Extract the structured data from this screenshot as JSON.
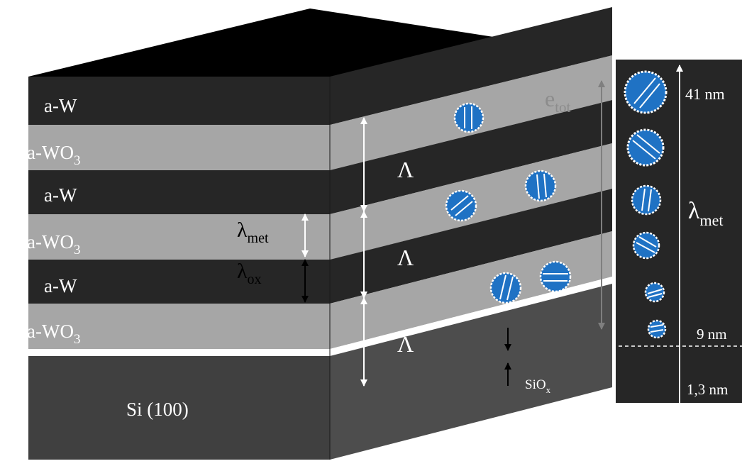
{
  "layers": {
    "w1": "a-W",
    "wo3_1": "a-WO",
    "w2": "a-W",
    "wo3_2": "a-WO",
    "w3": "a-W",
    "wo3_3": "a-WO",
    "wo3_sub": "3",
    "substrate": "Si (100)"
  },
  "annotations": {
    "lambda_met": "λ",
    "lambda_met_sub": "met",
    "lambda_ox": "λ",
    "lambda_ox_sub": "ox",
    "period_1": "Λ",
    "period_2": "Λ",
    "period_3": "Λ",
    "e_tot": "e",
    "e_tot_sub": "tot",
    "siox": "SiO",
    "siox_sub": "x"
  },
  "side_panel": {
    "top_label": "41 nm",
    "mid_label": "λ",
    "mid_label_sub": "met",
    "threshold_label": "9 nm",
    "bottom_label": "1,3 nm"
  },
  "colors": {
    "w_layer": "#262626",
    "wo3_layer": "#a6a6a6",
    "substrate": "#404040",
    "grain": "#1f72c4",
    "panel": "#262626"
  }
}
